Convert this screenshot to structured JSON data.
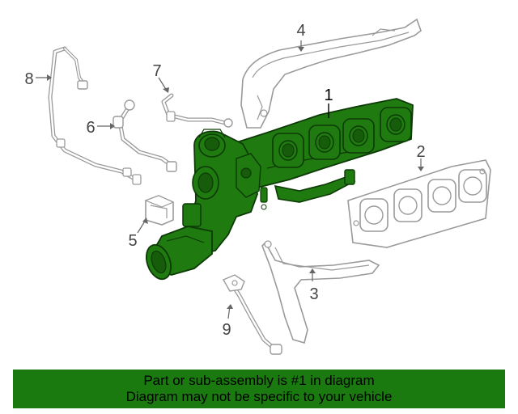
{
  "callouts": [
    {
      "id": "1",
      "label": "1"
    },
    {
      "id": "2",
      "label": "2"
    },
    {
      "id": "3",
      "label": "3"
    },
    {
      "id": "4",
      "label": "4"
    },
    {
      "id": "5",
      "label": "5"
    },
    {
      "id": "6",
      "label": "6"
    },
    {
      "id": "7",
      "label": "7"
    },
    {
      "id": "8",
      "label": "8"
    },
    {
      "id": "9",
      "label": "9"
    }
  ],
  "highlighted_part": "1",
  "banner": {
    "line1": "Part or sub-assembly is #1 in diagram",
    "line2": "Diagram may not be specific to your vehicle"
  },
  "colors": {
    "highlight_fill": "#1f7a10",
    "highlight_stroke": "#0d3a06",
    "part_stroke": "#9a9a9a",
    "banner_bg": "#1a7a10"
  }
}
